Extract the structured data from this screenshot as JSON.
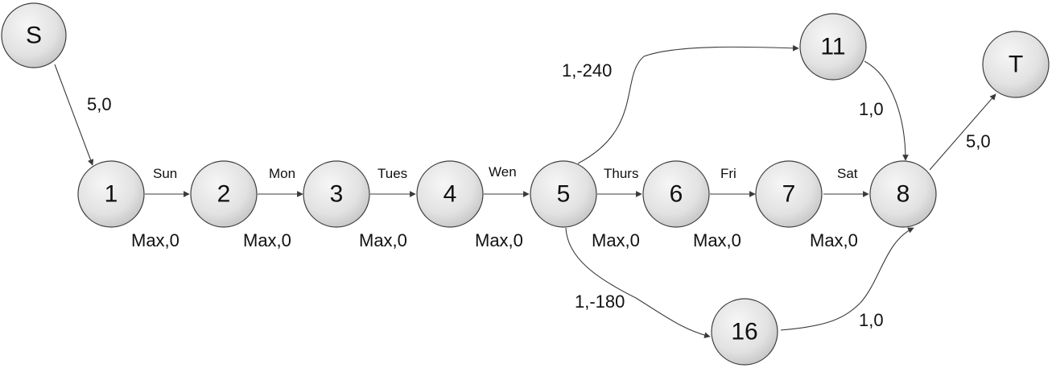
{
  "nodes": {
    "s": "S",
    "n1": "1",
    "n2": "2",
    "n3": "3",
    "n4": "4",
    "n5": "5",
    "n6": "6",
    "n7": "7",
    "n8": "8",
    "n11": "11",
    "n16": "16",
    "t": "T"
  },
  "edges": {
    "s_1": "5,0",
    "n5_n11": "1,-240",
    "n11_n8": "1,0",
    "n8_t": "5,0",
    "n5_n16": "1,-180",
    "n16_n8": "1,0",
    "chain": [
      "Max,0",
      "Max,0",
      "Max,0",
      "Max,0",
      "Max,0",
      "Max,0",
      "Max,0"
    ]
  },
  "days": [
    "Sun",
    "Mon",
    "Tues",
    "Wen",
    "Thurs",
    "Fri",
    "Sat"
  ],
  "colors": {
    "node_fill_light": "#f4f4f4",
    "node_fill_dark": "#c8c8c8",
    "stroke": "#3a3a3a"
  }
}
